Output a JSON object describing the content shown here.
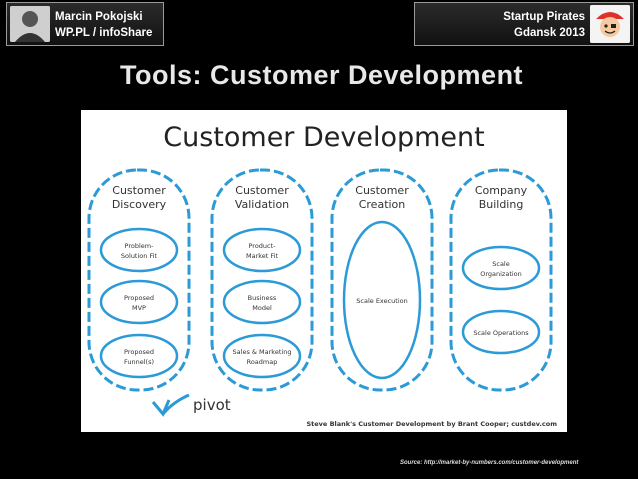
{
  "header": {
    "author_name": "Marcin Pokojski",
    "author_org": "WP.PL  / infoShare",
    "event_name": "Startup Pirates",
    "event_place": "Gdansk 2013",
    "avatar_icon": "person-photo-icon",
    "logo_icon": "pirate-logo-icon"
  },
  "slide": {
    "title": "Tools: Customer Development",
    "source": "Source: http://market-by-numbers.com/customer-development"
  },
  "diagram": {
    "title": "Customer Development",
    "stages": [
      {
        "line1": "Customer",
        "line2": "Discovery",
        "steps": [
          [
            "Problem-",
            "Solution Fit"
          ],
          [
            "Proposed",
            "MVP"
          ],
          [
            "Proposed",
            "Funnel(s)"
          ]
        ]
      },
      {
        "line1": "Customer",
        "line2": "Validation",
        "steps": [
          [
            "Product-",
            "Market Fit"
          ],
          [
            "Business",
            "Model"
          ],
          [
            "Sales & Marketing",
            "Roadmap"
          ]
        ]
      },
      {
        "line1": "Customer",
        "line2": "Creation",
        "steps": [
          [
            "Scale Execution"
          ]
        ]
      },
      {
        "line1": "Company",
        "line2": "Building",
        "steps": [
          [
            "Scale",
            "Organization"
          ],
          [
            "Scale Operations"
          ]
        ]
      }
    ],
    "pivot_label": "pivot",
    "credit": "Steve Blank's Customer Development by Brant Cooper; custdev.com",
    "accent_color": "#2b9ad6"
  }
}
